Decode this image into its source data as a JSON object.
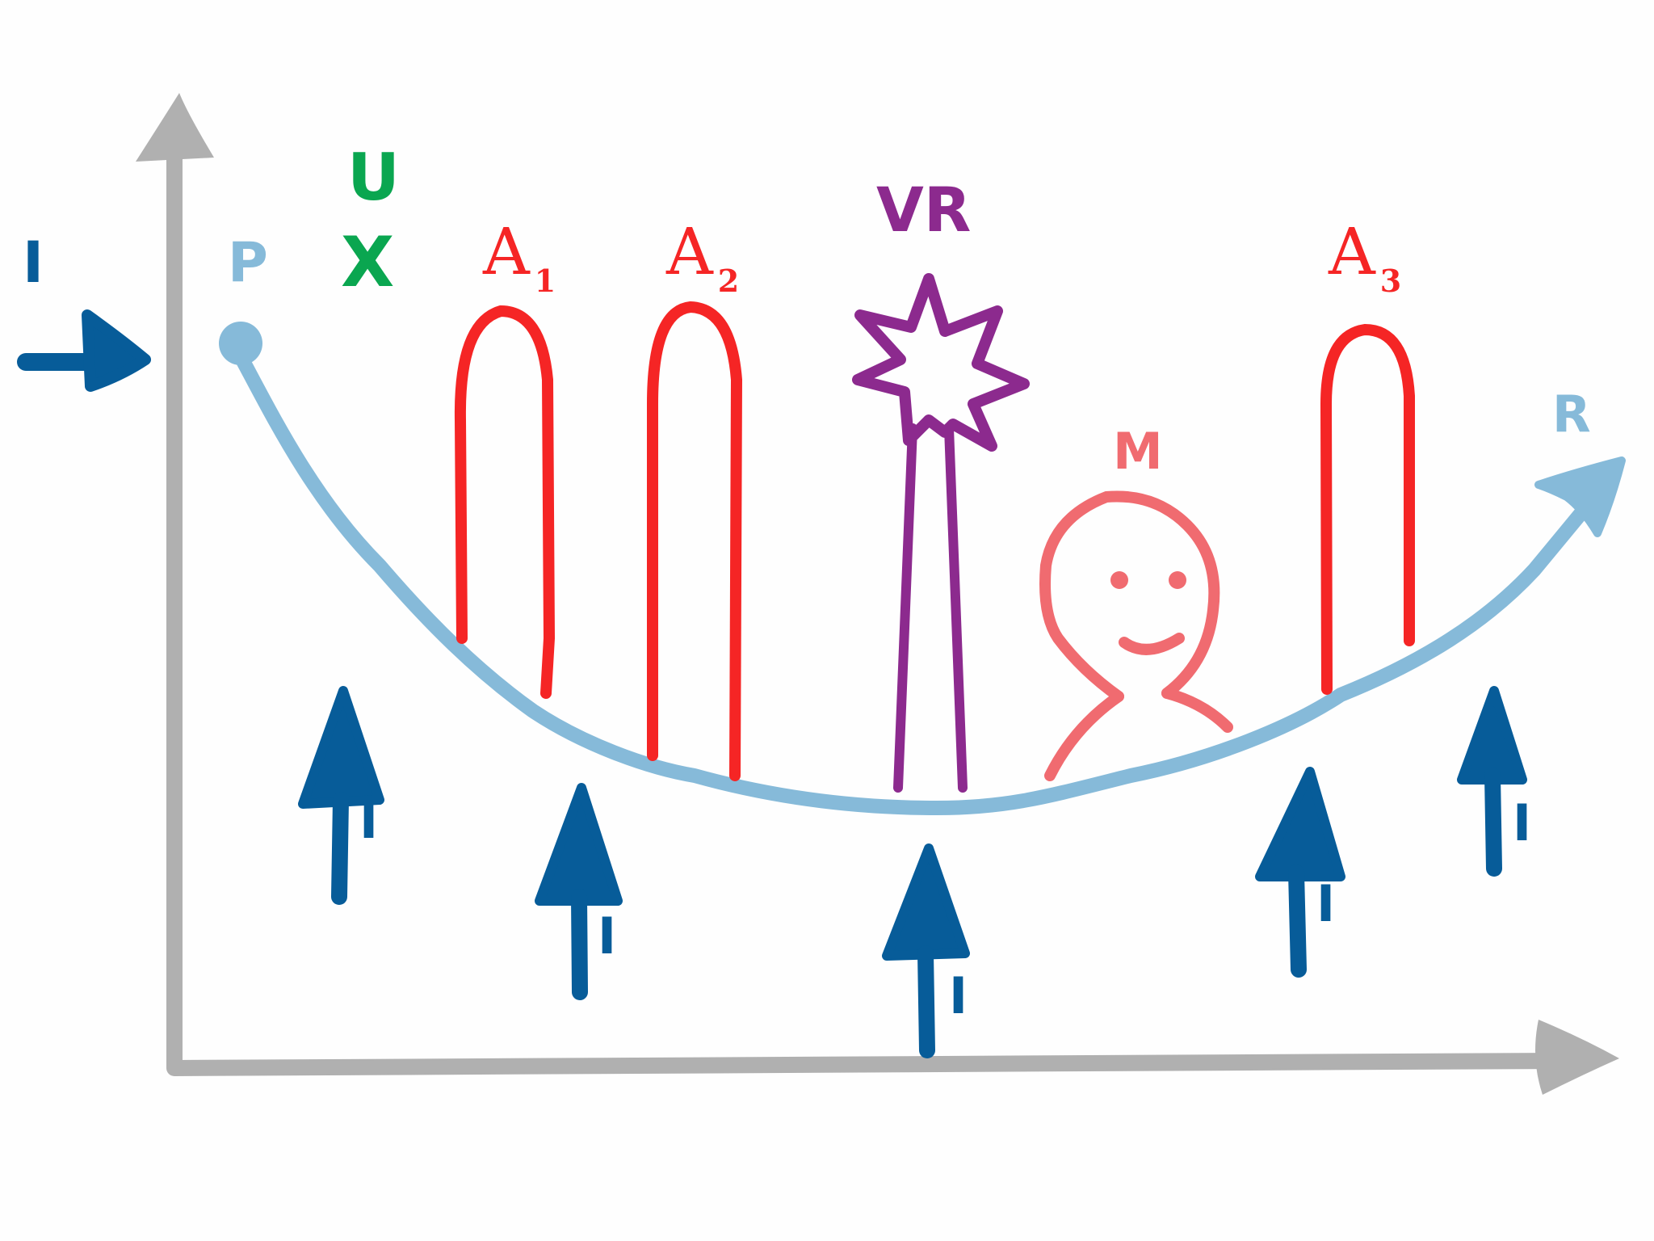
{
  "diagram": {
    "type": "hand-drawn concept sketch",
    "axes": {
      "x_axis": "unlabeled horizontal axis",
      "y_axis": "unlabeled vertical axis",
      "color": "#b0b0b0"
    },
    "curve": {
      "color": "#86bad9",
      "start_label": "P",
      "end_label": "R",
      "shape": "U-shaped path with arrow at right end"
    },
    "labels": {
      "input_left": "I",
      "p": "P",
      "r": "R",
      "u": "U",
      "x_mark": "X",
      "a1": "A",
      "a1_sub": "1",
      "a2": "A",
      "a2_sub": "2",
      "a3": "A",
      "a3_sub": "3",
      "vr": "VR",
      "m": "M",
      "i1": "I",
      "i2": "I",
      "i3": "I",
      "i4": "I",
      "i5": "I"
    },
    "colors": {
      "axis": "#b0b0b0",
      "curve": "#86bad9",
      "input_arrows": "#075c99",
      "attractions": "#f52525",
      "vr": "#8c2a8e",
      "ux": "#0aa650",
      "person": "#f06b70"
    },
    "elements": [
      {
        "id": "A1",
        "kind": "arch",
        "color": "#f52525"
      },
      {
        "id": "A2",
        "kind": "arch",
        "color": "#f52525"
      },
      {
        "id": "VR",
        "kind": "star-on-pole",
        "color": "#8c2a8e"
      },
      {
        "id": "M",
        "kind": "smiling-person",
        "color": "#f06b70"
      },
      {
        "id": "A3",
        "kind": "arch",
        "color": "#f52525"
      },
      {
        "id": "U",
        "kind": "letter with X mark",
        "color": "#0aa650"
      }
    ],
    "input_arrows_count": 6
  }
}
